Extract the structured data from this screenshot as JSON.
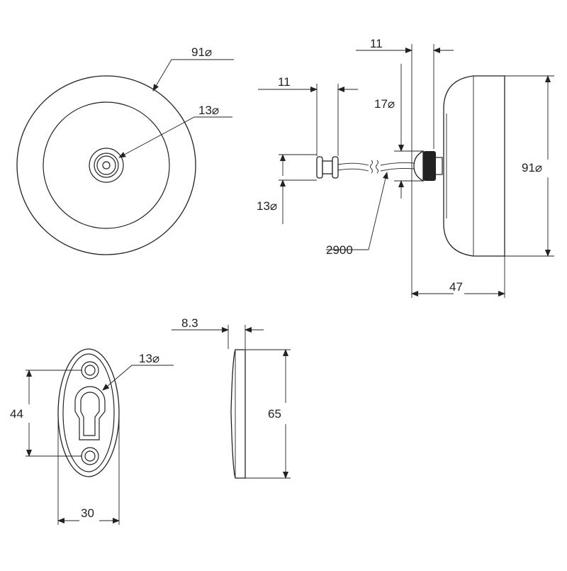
{
  "diagram": {
    "front_view": {
      "outer_diameter": "91⌀",
      "center_diameter": "13⌀"
    },
    "side_view": {
      "knob_width": "11",
      "knob_diameter": "17⌀",
      "body_diameter": "91⌀",
      "depth": "47",
      "cable_length": "2900"
    },
    "plug": {
      "width": "11",
      "diameter": "13⌀"
    },
    "plate_front": {
      "hole_diameter": "13⌀",
      "hole_spacing": "44",
      "width": "30"
    },
    "plate_side": {
      "thickness": "8.3",
      "height": "65"
    }
  }
}
